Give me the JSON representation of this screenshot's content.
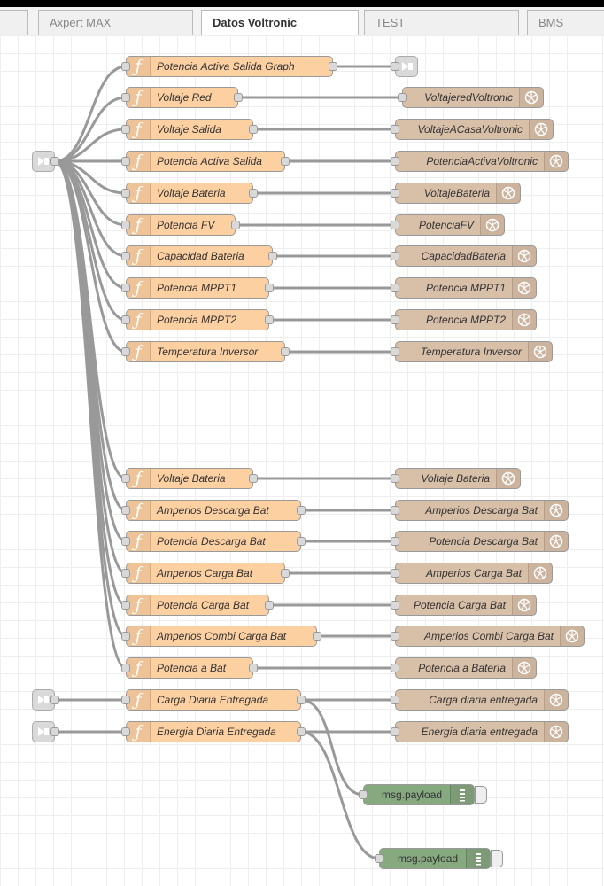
{
  "tabs": [
    {
      "label": ""
    },
    {
      "label": "Axpert MAX"
    },
    {
      "label": "Datos Voltronic"
    },
    {
      "label": "TEST"
    },
    {
      "label": "BMS"
    }
  ],
  "colors": {
    "function": "#fdd0a2",
    "dashboard": "#d8bfa8",
    "debug": "#87a980",
    "inject": "#d9d9d9",
    "wire": "#999999"
  },
  "functions": [
    {
      "label": "Potencia Activa Salida Graph"
    },
    {
      "label": "Voltaje Red"
    },
    {
      "label": "Voltaje Salida"
    },
    {
      "label": "Potencia Activa Salida"
    },
    {
      "label": "Voltaje Bateria"
    },
    {
      "label": "Potencia FV"
    },
    {
      "label": "Capacidad Bateria"
    },
    {
      "label": "Potencia MPPT1"
    },
    {
      "label": "Potencia MPPT2"
    },
    {
      "label": "Temperatura Inversor"
    },
    {
      "label": "Voltaje Bateria"
    },
    {
      "label": "Amperios Descarga Bat"
    },
    {
      "label": "Potencia Descarga Bat"
    },
    {
      "label": "Amperios Carga Bat"
    },
    {
      "label": "Potencia Carga Bat"
    },
    {
      "label": "Amperios Combi Carga Bat"
    },
    {
      "label": "Potencia a Bat"
    },
    {
      "label": "Carga Diaria Entregada"
    },
    {
      "label": "Energia Diaria Entregada"
    }
  ],
  "outputs": [
    {
      "label": "VoltajeredVoltronic"
    },
    {
      "label": "VoltajeACasaVoltronic"
    },
    {
      "label": "PotenciaActivaVoltronic"
    },
    {
      "label": "VoltajeBateria"
    },
    {
      "label": "PotenciaFV"
    },
    {
      "label": "CapacidadBateria"
    },
    {
      "label": "Potencia MPPT1"
    },
    {
      "label": "Potencia MPPT2"
    },
    {
      "label": "Temperatura Inversor"
    },
    {
      "label": "Voltaje Bateria"
    },
    {
      "label": "Amperios Descarga Bat"
    },
    {
      "label": "Potencia Descarga Bat"
    },
    {
      "label": "Amperios Carga Bat"
    },
    {
      "label": "Potencia Carga Bat"
    },
    {
      "label": "Amperios Combi Carga Bat"
    },
    {
      "label": "Potencia a Batería"
    },
    {
      "label": "Carga diaria entregada"
    },
    {
      "label": "Energia diaria entregada"
    }
  ],
  "debug": [
    {
      "label": "msg.payload"
    },
    {
      "label": "msg.payload"
    }
  ],
  "icons": {
    "function": "function-icon",
    "dashboard": "dashboard-gauge-icon",
    "inject": "inject-arrow-icon",
    "debug": "debug-list-icon",
    "link": "link-out-icon"
  }
}
